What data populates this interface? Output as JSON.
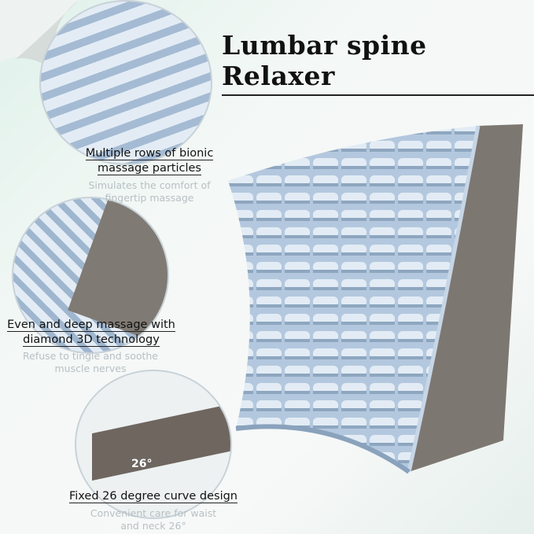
{
  "title": "Lumbar spine Relaxer",
  "features": [
    {
      "heading_line1": "Multiple rows of bionic",
      "heading_line2": "massage particles",
      "sub_line1": "Simulates the comfort of",
      "sub_line2": "fingertip massage"
    },
    {
      "heading_line1": "Even and deep massage with",
      "heading_line2": "diamond 3D technology",
      "sub_line1": "Refuse to tingle and soothe",
      "sub_line2": "muscle nerves"
    },
    {
      "heading_line1": "Fixed 26 degree curve design",
      "heading_line2": "",
      "sub_line1": "Convenient care for waist",
      "sub_line2": "and neck 26°"
    }
  ],
  "angle_label": "26°",
  "colors": {
    "product": "#b7cbe0",
    "foam": "#7d7772",
    "text": "#111111"
  }
}
